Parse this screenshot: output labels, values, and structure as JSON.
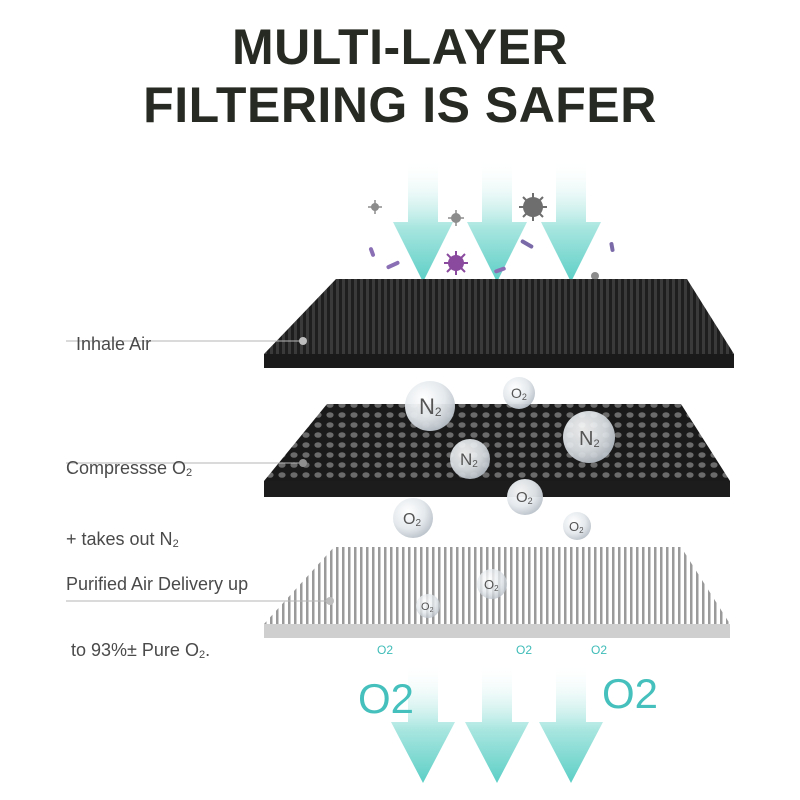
{
  "title": {
    "line1": "MULTI-LAYER",
    "line2": "FILTERING IS SAFER"
  },
  "layers": [
    {
      "label_line1": "Inhale Air",
      "label_line2": ""
    },
    {
      "label_line1": "Compressse O",
      "label_line1_sub": "2",
      "label_line2": "+ takes out N",
      "label_line2_sub": "2"
    },
    {
      "label_line1": "Purified Air Delivery up",
      "label_line2": " to 93%± Pure O",
      "label_line2_sub": "2",
      "label_line2_end": "."
    }
  ],
  "molecules": {
    "n2_symbol": "N",
    "n2_sub": "2",
    "o2_symbol": "O",
    "o2_sub": "2"
  },
  "outputs": {
    "small_labels": [
      "O2",
      "O2",
      "O2"
    ],
    "big_left": "O2",
    "big_right": "O2"
  },
  "colors": {
    "arrow": "#7fd9d2",
    "title": "#262a22",
    "label": "#4a4a4a",
    "o2_text": "#45c0bc",
    "layer_dark": "#2b2b2b",
    "layer_light": "#d8d8d8",
    "virus": "#8a4a9e"
  },
  "icons": [
    "virus-icon",
    "bacteria-icon",
    "molecule-bubble-icon",
    "down-arrow-icon"
  ]
}
